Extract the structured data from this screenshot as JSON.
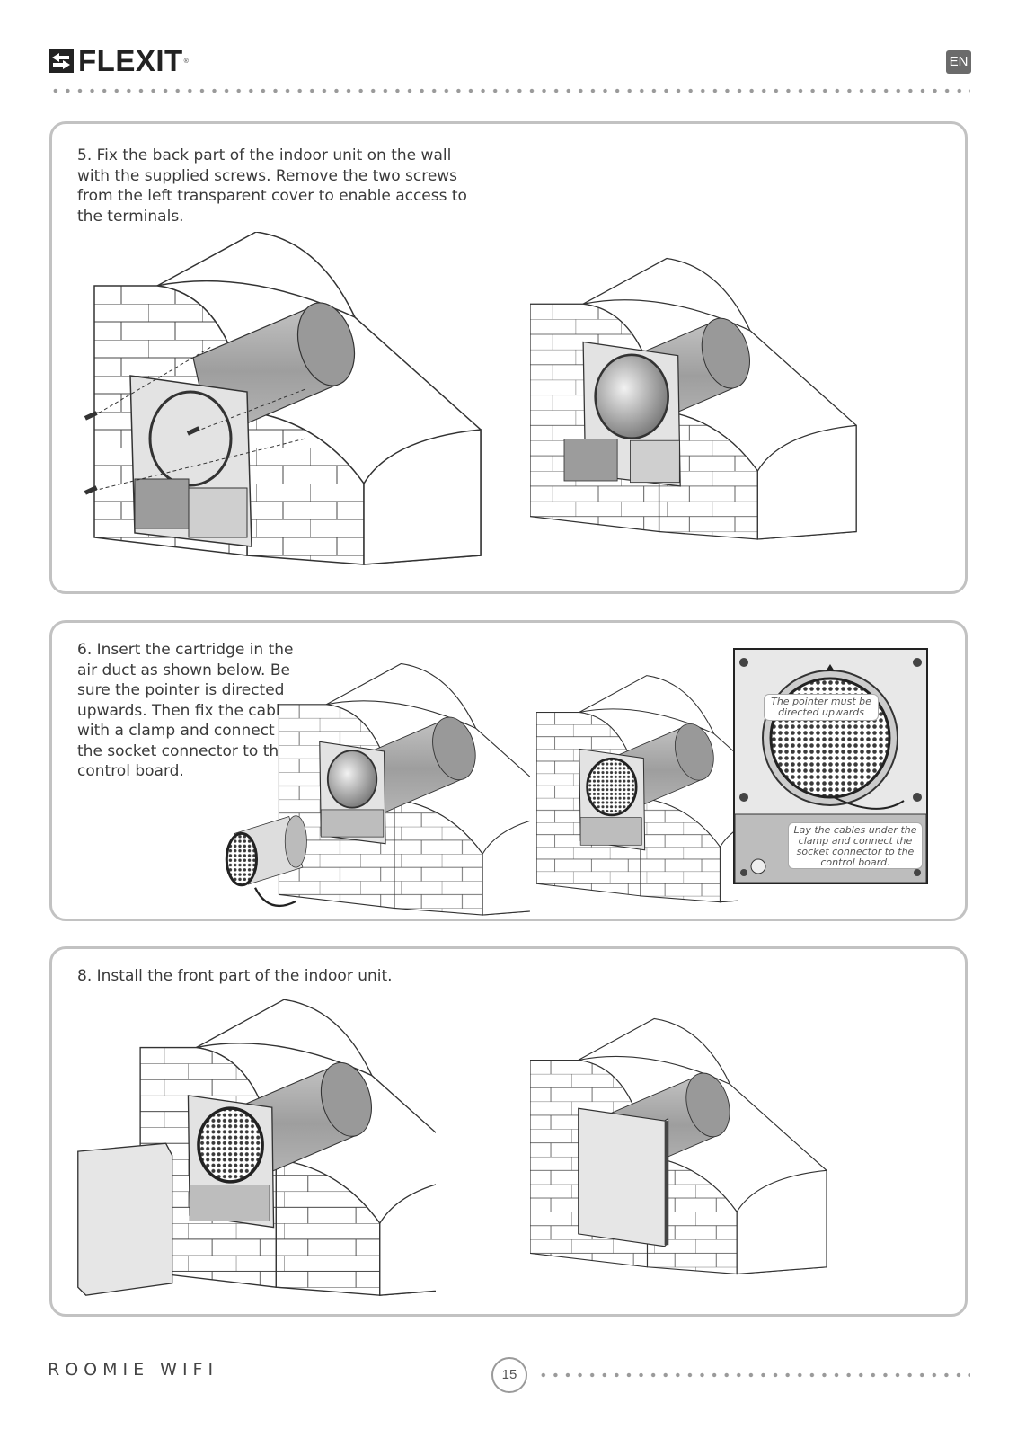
{
  "header": {
    "brand": "FLEXIT",
    "language": "EN"
  },
  "steps": [
    {
      "number": "5.",
      "text": "Fix the back part of the indoor unit on the wall with the supplied screws. Remove the two screws from the left transparent cover to enable access to the terminals."
    },
    {
      "number": "6.",
      "text": "Insert the cartridge in the air duct as shown below. Be sure the pointer is directed upwards. Then fix the cable with a clamp and connect the socket connector to the control board.",
      "callouts": {
        "pointer": "The pointer must be directed upwards",
        "cables": "Lay the cables under the clamp and connect the socket connector to the control board."
      }
    },
    {
      "number": "8.",
      "text": "Install the front part of the indoor unit."
    }
  ],
  "footer": {
    "product": "ROOMIE WIFI",
    "page": "15"
  },
  "colors": {
    "panel_border": "#c2c2c2",
    "badge": "#6b6b6b",
    "duct": "#a8a8a8"
  }
}
